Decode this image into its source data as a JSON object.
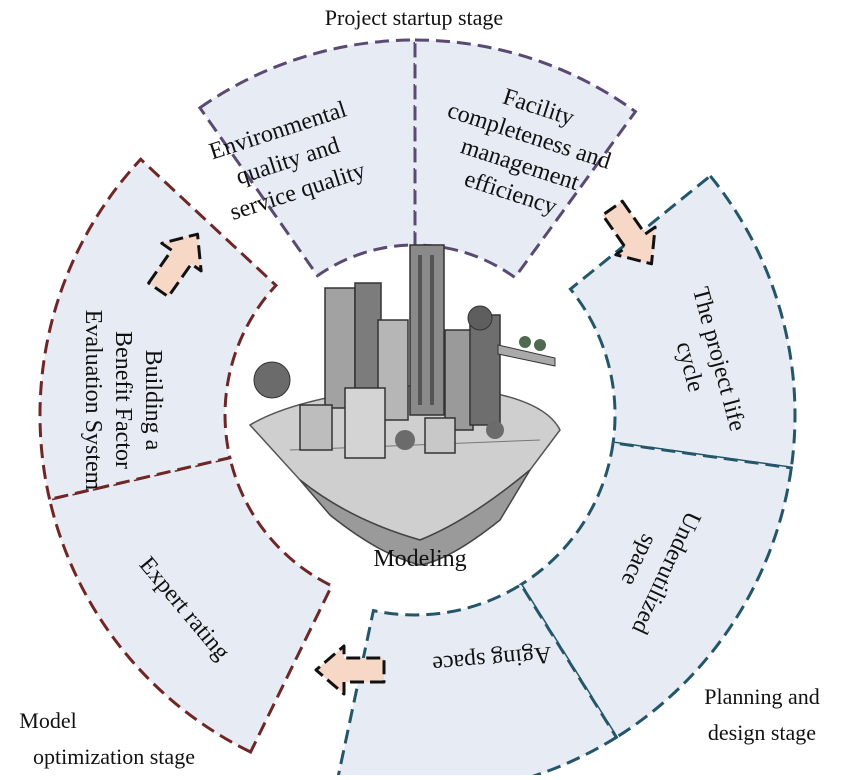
{
  "stages": {
    "startup": "Project startup stage",
    "planning": [
      "Planning and",
      "design stage"
    ],
    "optimization": [
      "Model",
      "optimization stage"
    ]
  },
  "segments": {
    "environmental": [
      "Environmental",
      "quality and",
      "service quality"
    ],
    "facility": [
      "Facility",
      "completeness and",
      "management",
      "efficiency"
    ],
    "life_cycle": [
      "The project life",
      "cycle"
    ],
    "underutilized": [
      "Underutilized",
      "space"
    ],
    "aging": "Aging space",
    "expert": "Expert rating",
    "building": [
      "Building a",
      "Benefit Factor",
      "Evaluation System"
    ]
  },
  "center": {
    "label": "Modeling"
  },
  "colors": {
    "startup_border": "#5a4a72",
    "planning_border": "#24566a",
    "optimization_border": "#6e2626",
    "segment_fill": "#e6ebf4",
    "arrow_fill": "#f7d7c6"
  },
  "icons": {
    "center_image": "city-island-illustration-icon"
  }
}
